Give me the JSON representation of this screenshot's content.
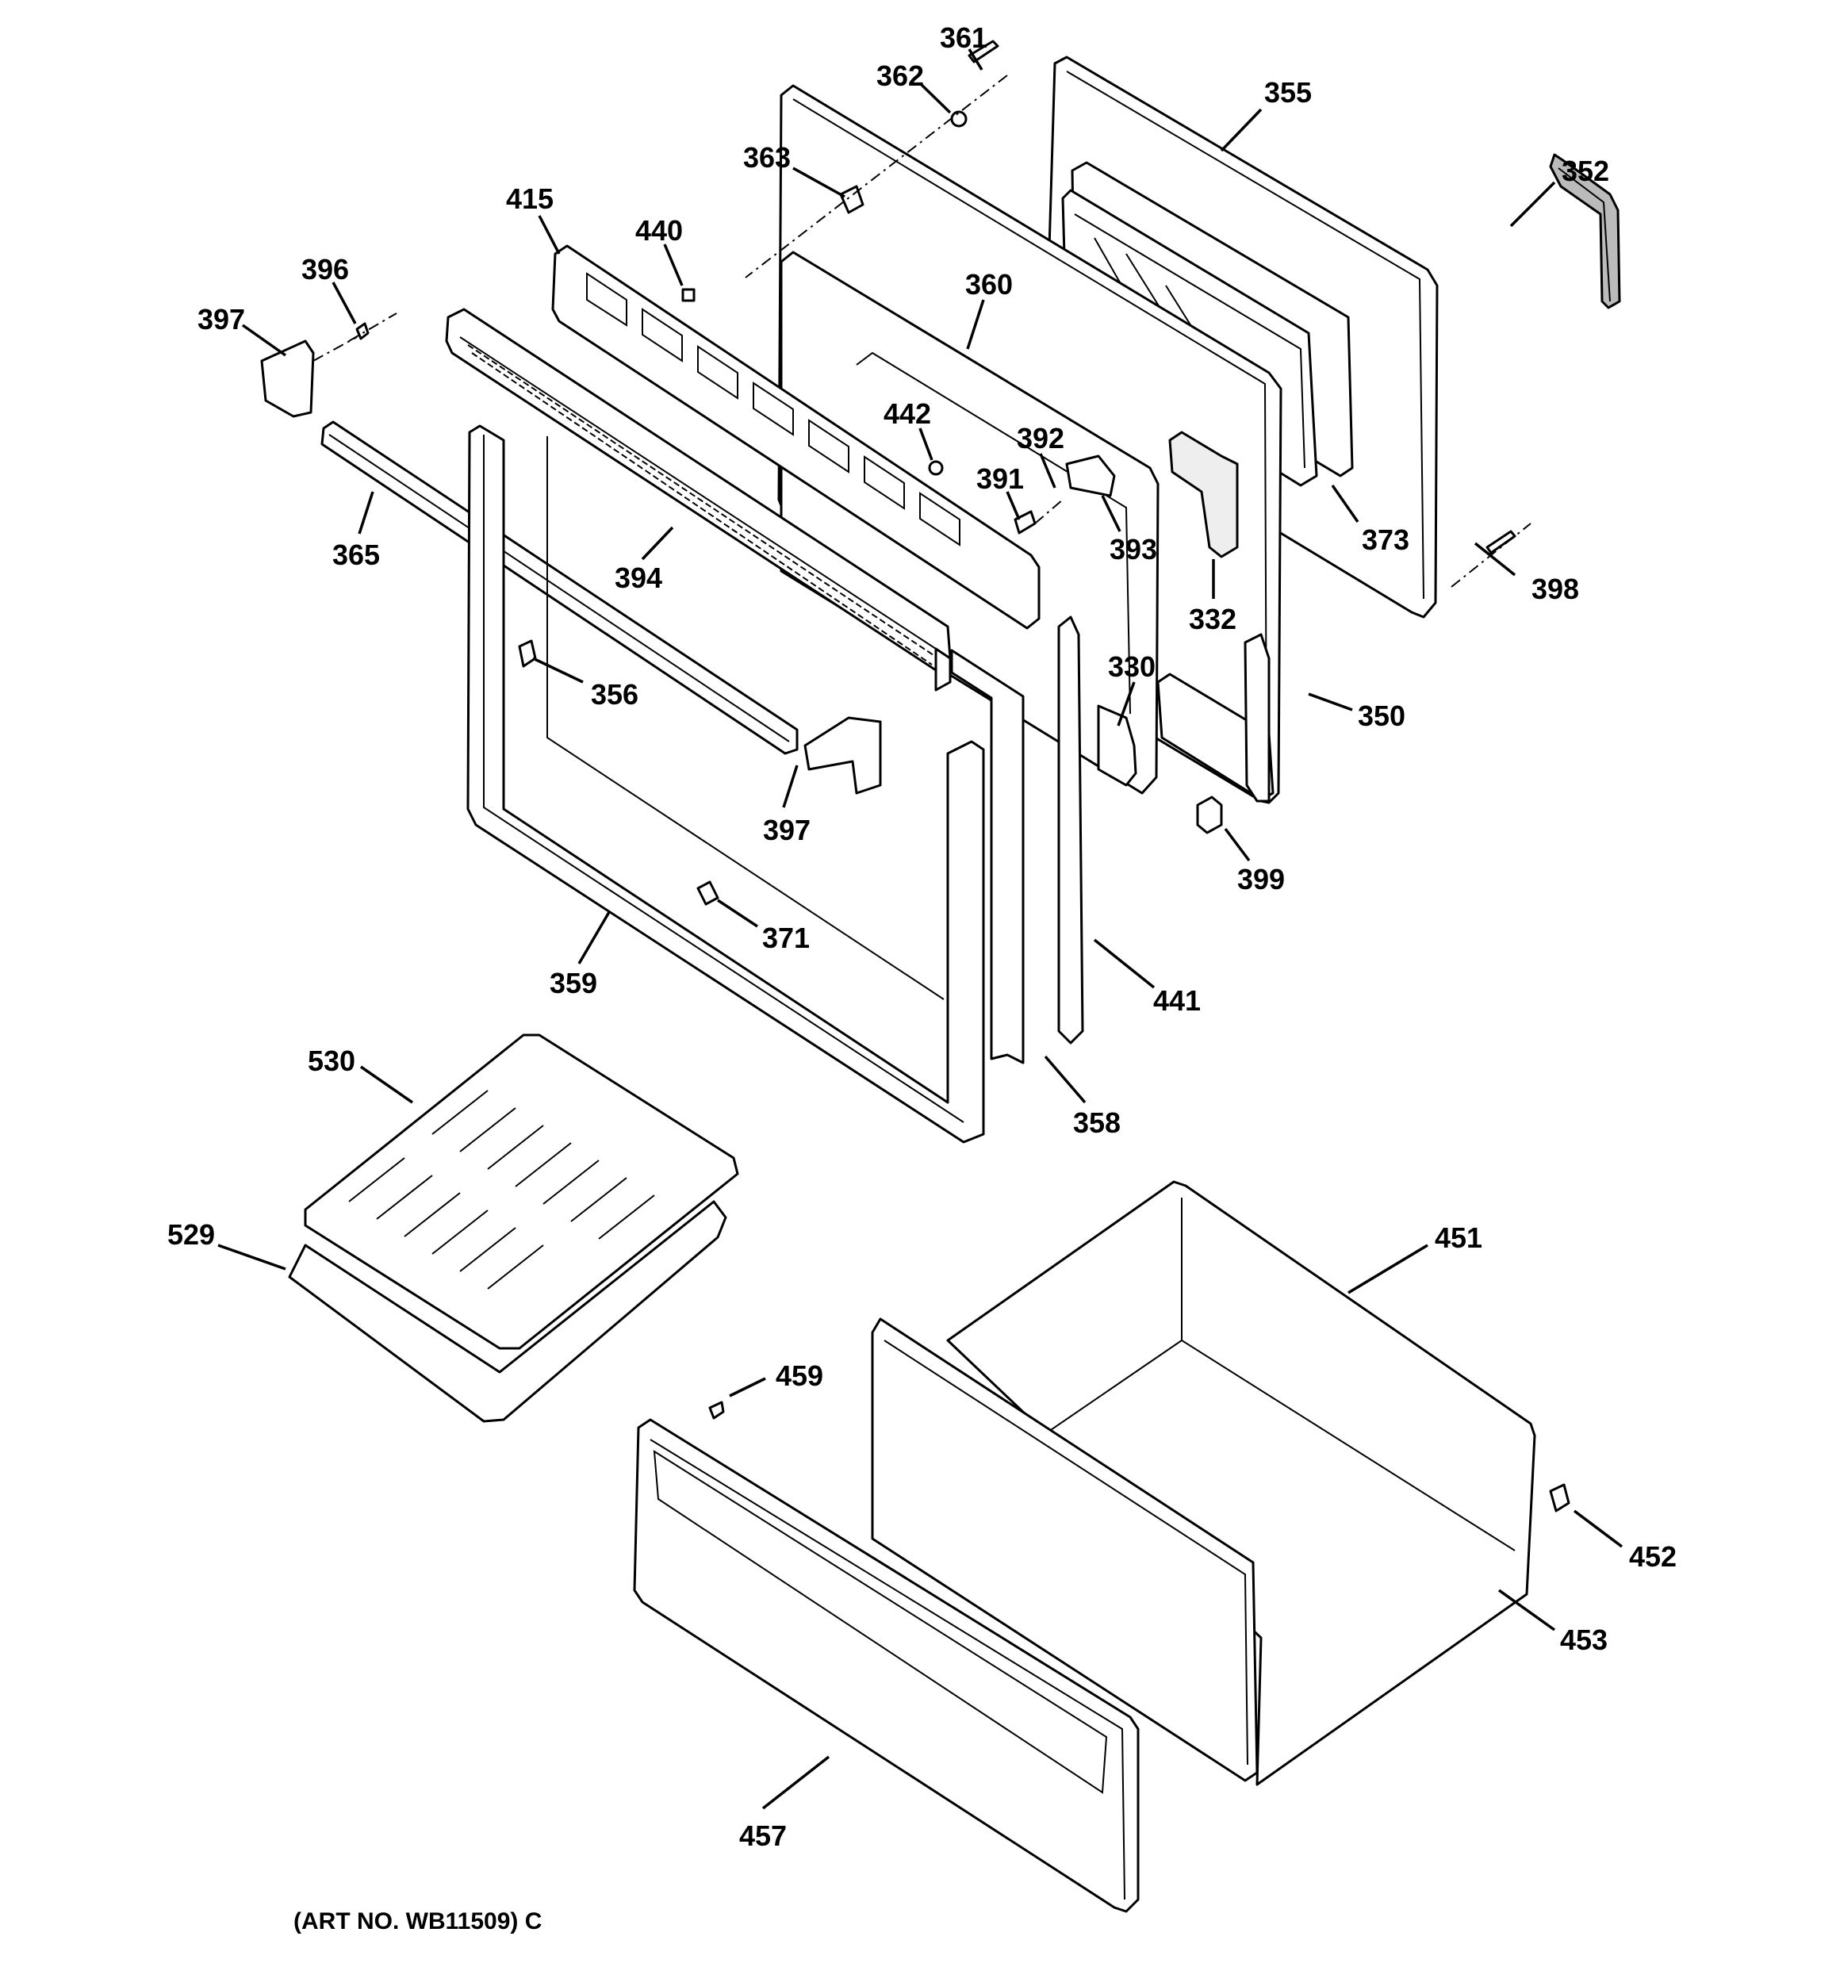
{
  "diagram": {
    "type": "exploded-parts-diagram",
    "subject": "Range oven door and storage drawer assembly",
    "art_number": "(ART NO. WB11509) C",
    "callouts": [
      {
        "id": "361",
        "part": "door-screw"
      },
      {
        "id": "362",
        "part": "washer"
      },
      {
        "id": "355",
        "part": "outer-door-panel"
      },
      {
        "id": "352",
        "part": "door-handle"
      },
      {
        "id": "363",
        "part": "clip"
      },
      {
        "id": "415",
        "part": "control-panel-bracket"
      },
      {
        "id": "440",
        "part": "clip-nut"
      },
      {
        "id": "396",
        "part": "screw"
      },
      {
        "id": "397",
        "part": "side-bracket"
      },
      {
        "id": "360",
        "part": "inner-door-panel"
      },
      {
        "id": "442",
        "part": "nut"
      },
      {
        "id": "392",
        "part": "spring"
      },
      {
        "id": "391",
        "part": "latch"
      },
      {
        "id": "393",
        "part": "latch-bracket"
      },
      {
        "id": "373",
        "part": "window-pack"
      },
      {
        "id": "398",
        "part": "screw"
      },
      {
        "id": "365",
        "part": "trim-rod"
      },
      {
        "id": "394",
        "part": "vent-trim"
      },
      {
        "id": "332",
        "part": "insulation"
      },
      {
        "id": "330",
        "part": "gasket"
      },
      {
        "id": "350",
        "part": "door-hinge-assembly"
      },
      {
        "id": "356",
        "part": "clip"
      },
      {
        "id": "397",
        "part": "bracket"
      },
      {
        "id": "399",
        "part": "bumper"
      },
      {
        "id": "371",
        "part": "clip"
      },
      {
        "id": "359",
        "part": "door-frame"
      },
      {
        "id": "441",
        "part": "side-channel"
      },
      {
        "id": "530",
        "part": "broiler-grid"
      },
      {
        "id": "358",
        "part": "insulation-strip"
      },
      {
        "id": "451",
        "part": "drawer-body"
      },
      {
        "id": "529",
        "part": "broiler-pan"
      },
      {
        "id": "459",
        "part": "screw"
      },
      {
        "id": "452",
        "part": "drawer-stop"
      },
      {
        "id": "453",
        "part": "screw"
      },
      {
        "id": "457",
        "part": "drawer-front-panel"
      }
    ]
  }
}
